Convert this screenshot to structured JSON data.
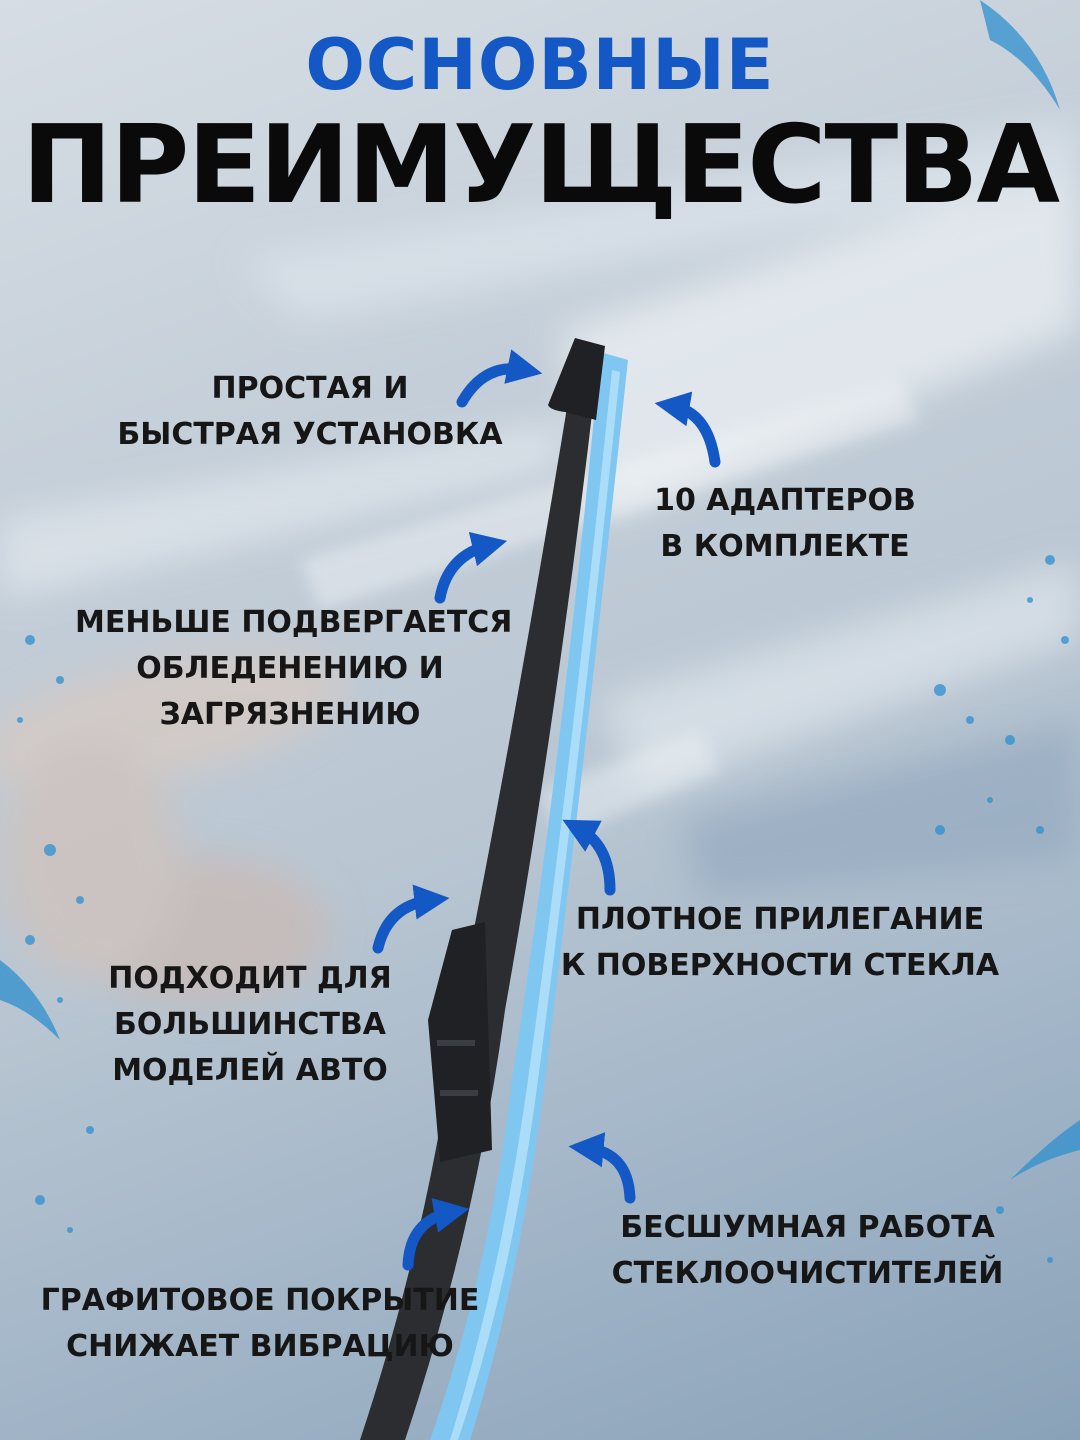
{
  "title": {
    "line1": "ОСНОВНЫЕ",
    "line2": "ПРЕИМУЩЕСТВА"
  },
  "colors": {
    "accent": "#1358c4",
    "text": "#161616",
    "blade": "#2b2d30",
    "rubber": "#7fc6f0"
  },
  "features": [
    {
      "lines": [
        "ПРОСТАЯ И",
        "БЫСТРАЯ УСТАНОВКА"
      ]
    },
    {
      "lines": [
        "10 АДАПТЕРОВ",
        "В КОМПЛЕКТЕ"
      ]
    },
    {
      "lines": [
        "МЕНЬШЕ ПОДВЕРГАЕТСЯ",
        "ОБЛЕДЕНЕНИЮ И",
        "ЗАГРЯЗНЕНИЮ"
      ]
    },
    {
      "lines": [
        "ПЛОТНОЕ ПРИЛЕГАНИЕ",
        "К ПОВЕРХНОСТИ СТЕКЛА"
      ]
    },
    {
      "lines": [
        "ПОДХОДИТ ДЛЯ",
        "БОЛЬШИНСТВА",
        "МОДЕЛЕЙ АВТО"
      ]
    },
    {
      "lines": [
        "БЕСШУМНАЯ РАБОТА",
        "СТЕКЛООЧИСТИТЕЛЕЙ"
      ]
    },
    {
      "lines": [
        "ГРАФИТОВОЕ ПОКРЫТИЕ",
        "СНИЖАЕТ ВИБРАЦИЮ"
      ]
    }
  ]
}
